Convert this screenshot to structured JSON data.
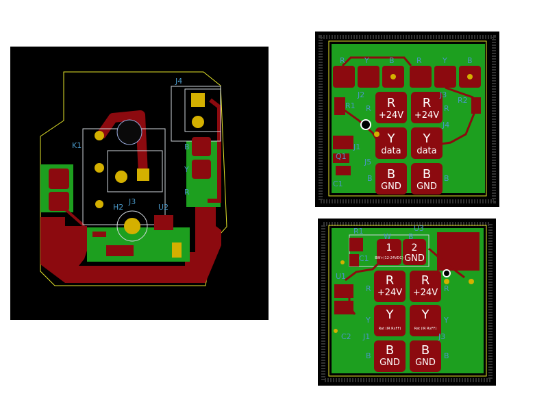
{
  "colors": {
    "background": "#ffffff",
    "board_black": "#000000",
    "copper_green": "#1d9f1f",
    "copper_red": "#8c0a0f",
    "silkscreen": "#4a98c8",
    "outline": "#e6e62a",
    "pad_gold": "#d4b000"
  },
  "board_a": {
    "refs": {
      "k1": "K1",
      "j4": "J4",
      "h2": "H2",
      "j3": "J3",
      "u2": "U2"
    },
    "side_labels": {
      "b": "B",
      "y": "Y",
      "r": "R"
    }
  },
  "board_b": {
    "top_labels": [
      "R",
      "Y",
      "B",
      "R",
      "Y",
      "B"
    ],
    "refs": {
      "j2": "J2",
      "j3": "J3",
      "r1": "R1",
      "r2": "R2",
      "j4": "J4",
      "j1": "J1",
      "j5": "J5",
      "c1": "C1",
      "q1": "Q1"
    },
    "pads": [
      {
        "letter": "R",
        "sub": "+24V"
      },
      {
        "letter": "R",
        "sub": "+24V"
      },
      {
        "letter": "Y",
        "sub": "data"
      },
      {
        "letter": "Y",
        "sub": "data"
      },
      {
        "letter": "B",
        "sub": "GND"
      },
      {
        "letter": "B",
        "sub": "GND"
      }
    ],
    "side_labels": {
      "r_left": "R",
      "r_right": "R",
      "b_left": "B",
      "b_right": "B"
    }
  },
  "board_c": {
    "refs": {
      "r1": "R1",
      "c1": "C1",
      "u1": "U1",
      "c2": "C2",
      "j1": "J1",
      "j3": "J3",
      "u3": "U3",
      "w": "W",
      "b": "B"
    },
    "top_pads": [
      {
        "num": "1",
        "sub": "BW+(12-24VDC)"
      },
      {
        "num": "2",
        "sub": "GND"
      }
    ],
    "pads": [
      {
        "letter": "R",
        "sub": "+24V"
      },
      {
        "letter": "R",
        "sub": "+24V"
      },
      {
        "letter": "Y",
        "sub": "Rat (IR RxFF)"
      },
      {
        "letter": "Y",
        "sub": "Rat (IR RxFF)"
      },
      {
        "letter": "B",
        "sub": "GND"
      },
      {
        "letter": "B",
        "sub": "GND"
      }
    ],
    "side_labels": {
      "r_left": "R",
      "r_right": "R",
      "y_left": "Y",
      "y_right": "Y",
      "b_left": "B",
      "b_right": "B"
    }
  }
}
